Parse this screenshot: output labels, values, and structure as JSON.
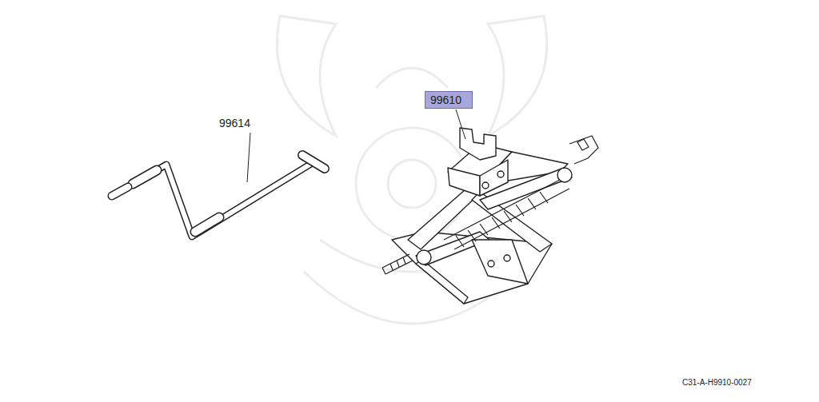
{
  "diagram": {
    "nodes": [
      {
        "text": [
          "99610"
        ]
      }
    ],
    "edges": [],
    "labels": [
      "99614",
      "C31-A-H9910-0027"
    ]
  }
}
